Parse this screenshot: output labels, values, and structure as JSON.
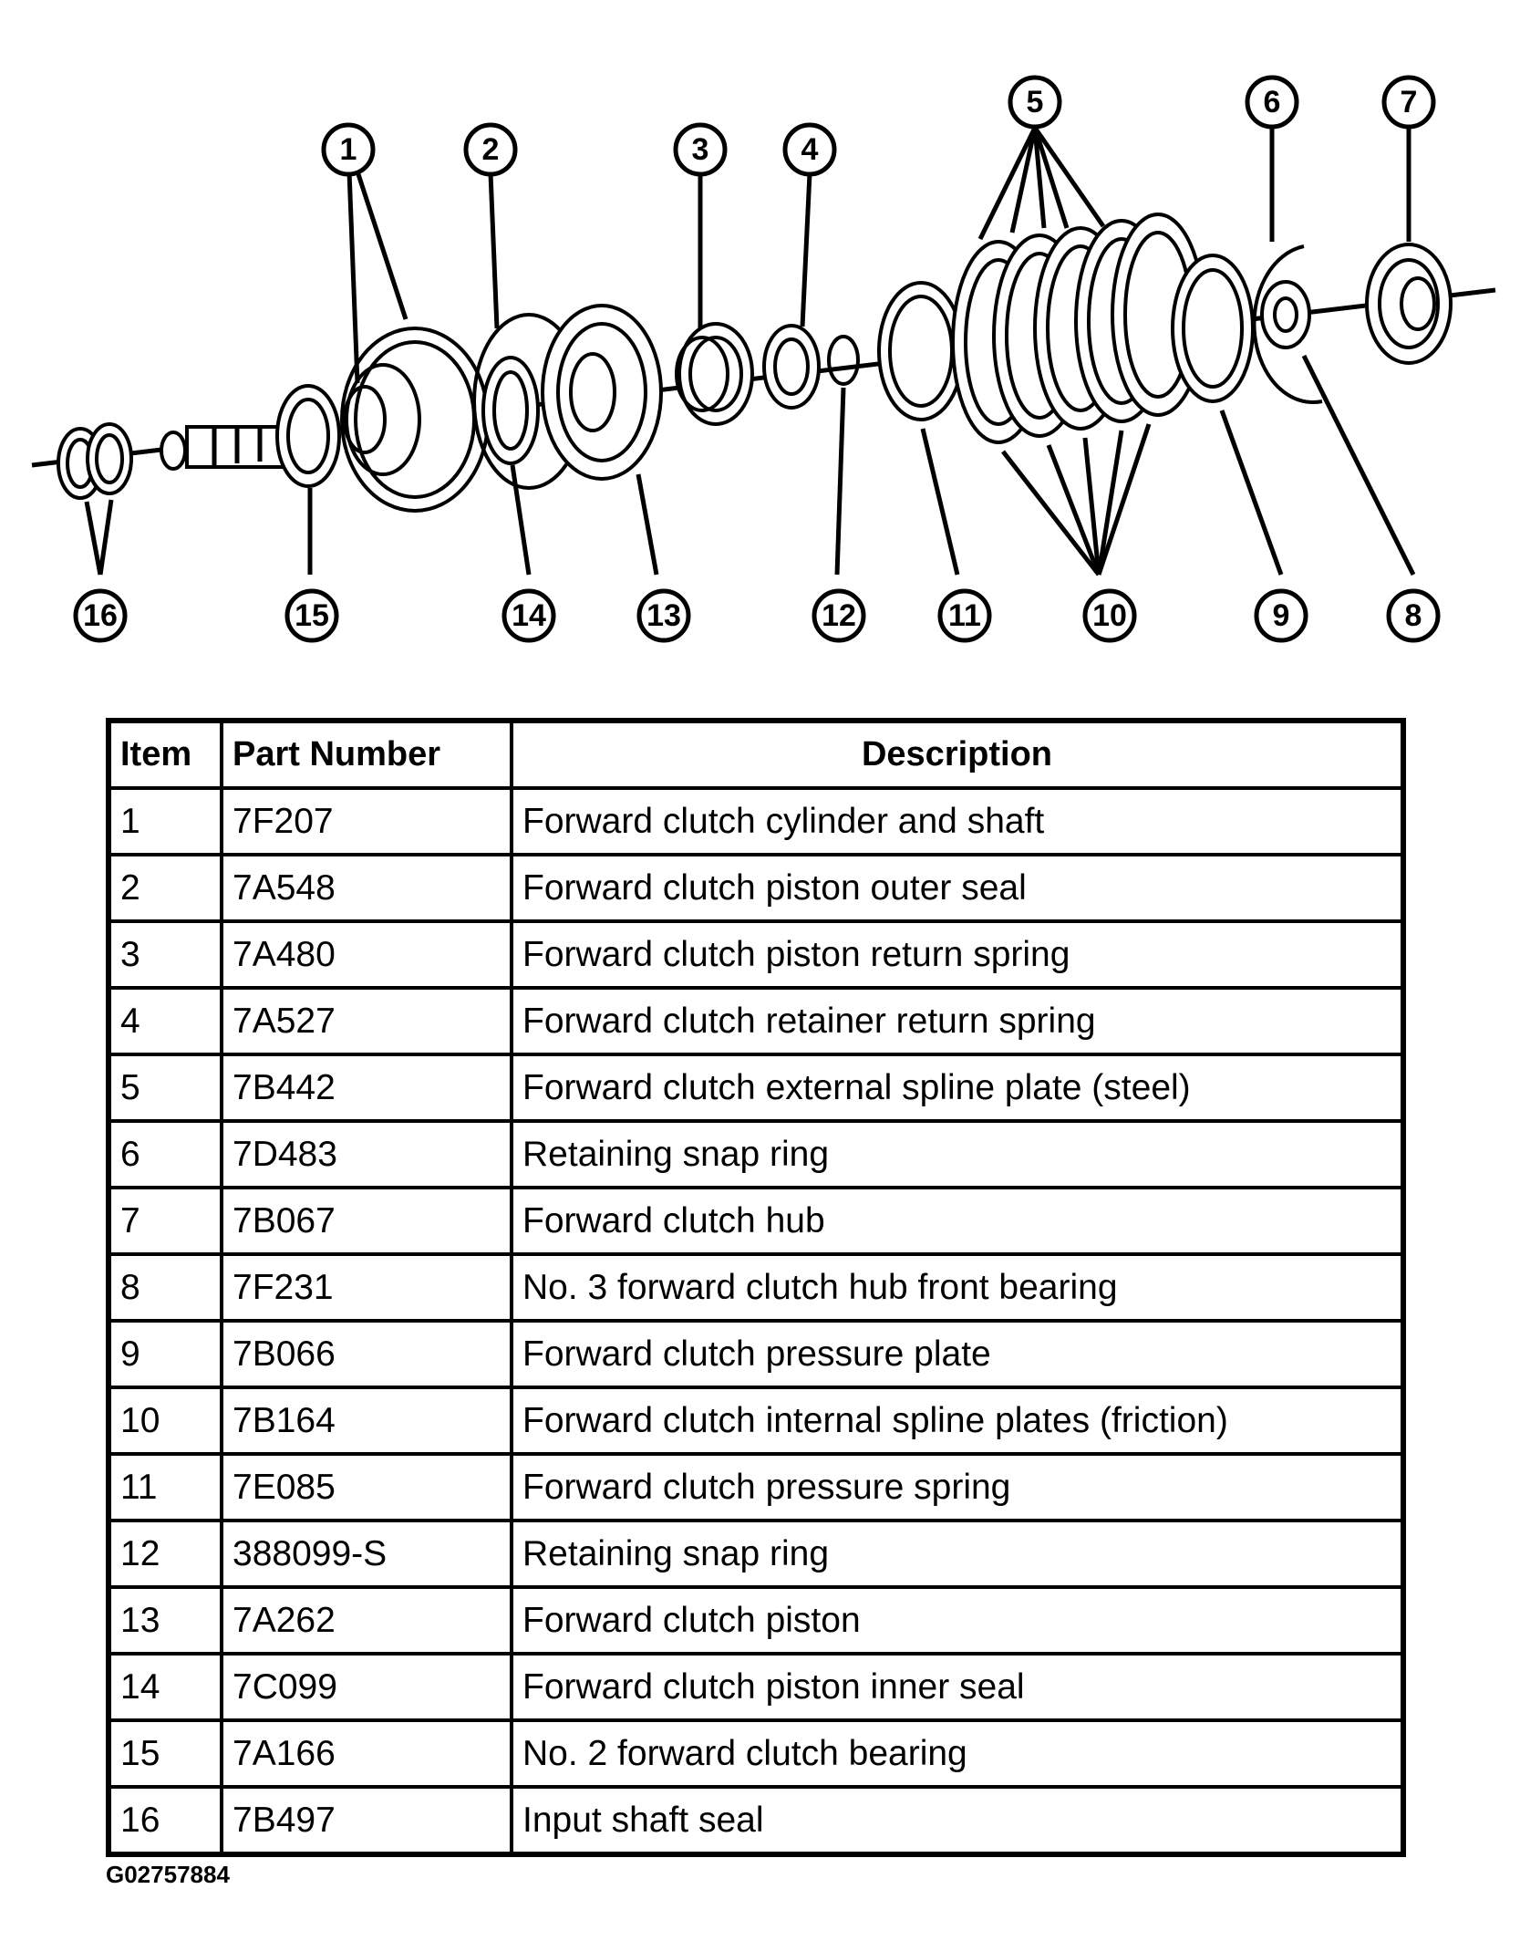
{
  "callouts": [
    "1",
    "2",
    "3",
    "4",
    "5",
    "6",
    "7",
    "8",
    "9",
    "10",
    "11",
    "12",
    "13",
    "14",
    "15",
    "16"
  ],
  "table": {
    "headers": {
      "item": "Item",
      "part_number": "Part Number",
      "description": "Description"
    },
    "rows": [
      {
        "item": "1",
        "part_number": "7F207",
        "description": "Forward clutch cylinder and shaft"
      },
      {
        "item": "2",
        "part_number": "7A548",
        "description": "Forward clutch piston outer seal"
      },
      {
        "item": "3",
        "part_number": "7A480",
        "description": "Forward clutch piston return spring"
      },
      {
        "item": "4",
        "part_number": "7A527",
        "description": "Forward clutch retainer return spring"
      },
      {
        "item": "5",
        "part_number": "7B442",
        "description": "Forward clutch external spline plate (steel)"
      },
      {
        "item": "6",
        "part_number": "7D483",
        "description": "Retaining snap ring"
      },
      {
        "item": "7",
        "part_number": "7B067",
        "description": "Forward clutch hub"
      },
      {
        "item": "8",
        "part_number": "7F231",
        "description": "No. 3 forward clutch hub front bearing"
      },
      {
        "item": "9",
        "part_number": "7B066",
        "description": "Forward clutch pressure plate"
      },
      {
        "item": "10",
        "part_number": "7B164",
        "description": "Forward clutch internal spline plates (friction)"
      },
      {
        "item": "11",
        "part_number": "7E085",
        "description": "Forward clutch pressure spring"
      },
      {
        "item": "12",
        "part_number": "388099-S",
        "description": "Retaining snap ring"
      },
      {
        "item": "13",
        "part_number": "7A262",
        "description": "Forward clutch piston"
      },
      {
        "item": "14",
        "part_number": "7C099",
        "description": "Forward clutch piston inner seal"
      },
      {
        "item": "15",
        "part_number": "7A166",
        "description": "No. 2 forward clutch bearing"
      },
      {
        "item": "16",
        "part_number": "7B497",
        "description": "Input shaft seal"
      }
    ]
  },
  "figure_id": "G02757884"
}
